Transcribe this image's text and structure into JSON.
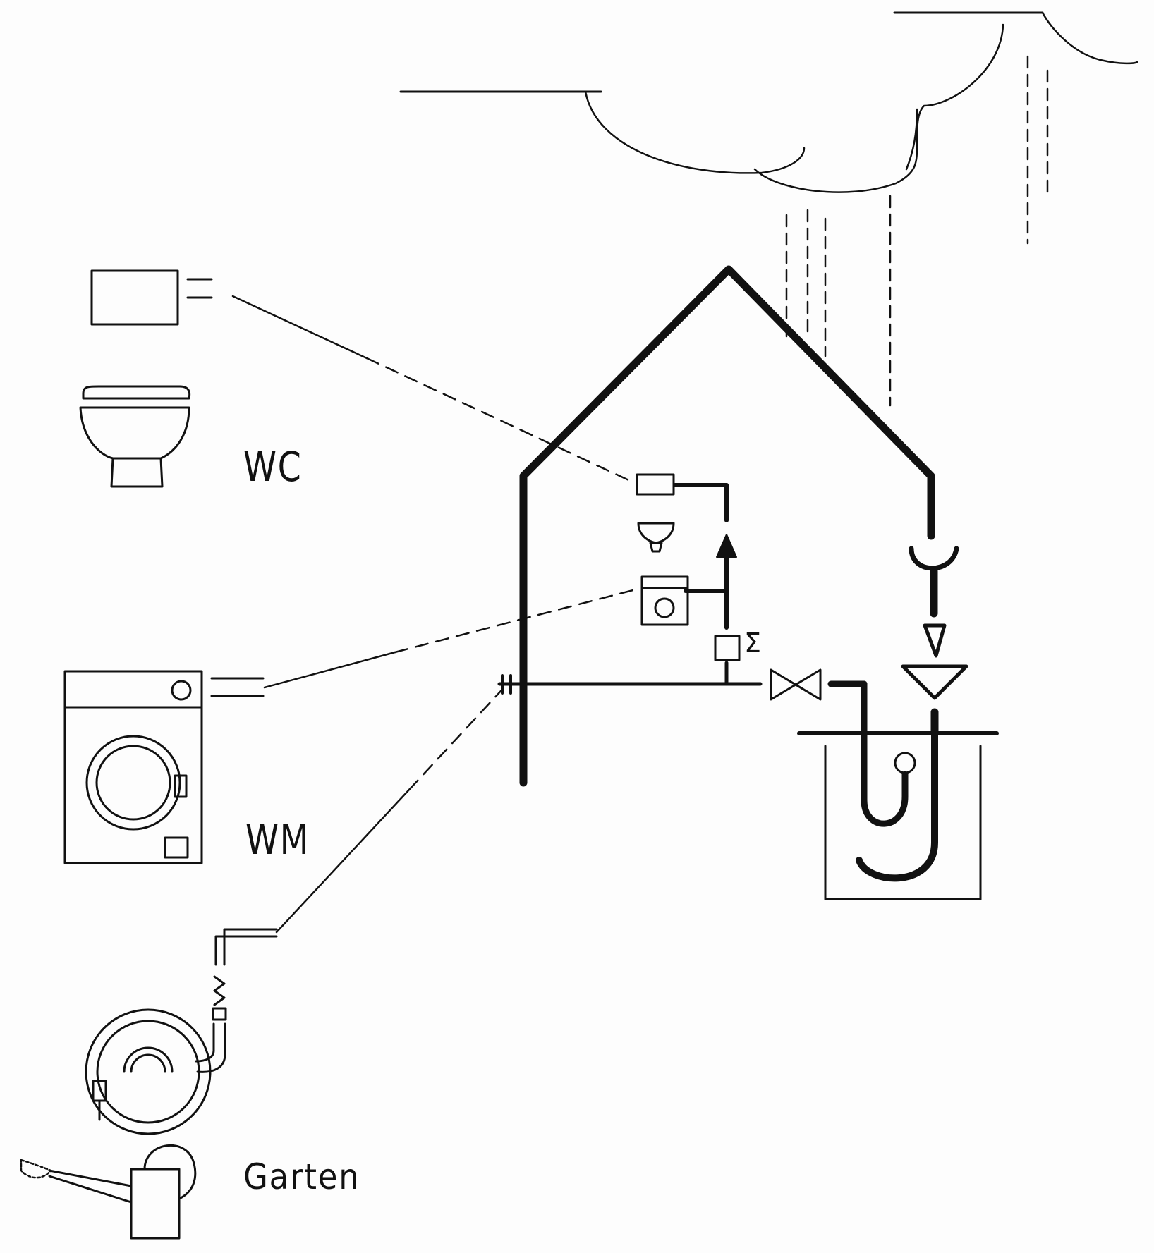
{
  "labels": {
    "wc": "WC",
    "wm": "WM",
    "garten": "Garten",
    "meter_symbol": "Σ"
  },
  "colors": {
    "ink": "#111111",
    "paper": "#fdfdfd"
  }
}
